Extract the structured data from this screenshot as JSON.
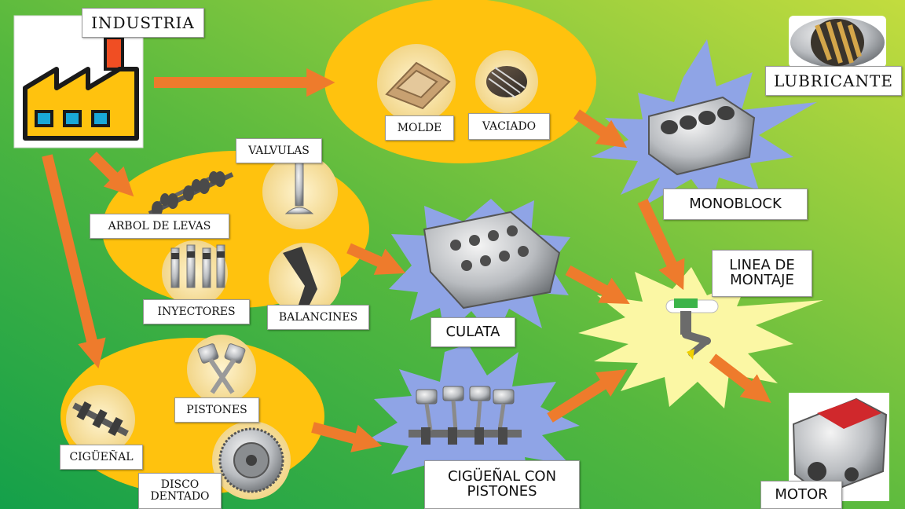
{
  "colors": {
    "background_left": "#1aa64a",
    "background_right": "#b6d63a",
    "process_fill": "#ffc20e",
    "starburst_blue": "#8fa4e6",
    "starburst_yellow": "#fbf7a4",
    "arrow": "#ee7b2c",
    "factory_body": "#ffc20e",
    "factory_outline": "#1a1a1a",
    "factory_window": "#19a8d8",
    "chimney": "#f04e23"
  },
  "nodes": {
    "industria": "INDUSTRIA",
    "lubricante": "LUBRICANTE",
    "molde": "MOLDE",
    "vaciado": "VACIADO",
    "monoblock": "MONOBLOCK",
    "valvulas": "VALVULAS",
    "arbol_de_levas": "ARBOL DE LEVAS",
    "inyectores": "INYECTORES",
    "balancines": "BALANCINES",
    "culata": "CULATA",
    "linea_de_montaje": [
      "LINEA DE",
      "MONTAJE"
    ],
    "pistones": "PISTONES",
    "ciguenal": "CIGÜEÑAL",
    "disco_dentado": [
      "DISCO",
      "DENTADO"
    ],
    "ciguenal_con_pistones": [
      "CIGÜEÑAL CON",
      "PISTONES"
    ],
    "motor": "MOTOR"
  },
  "icons": {
    "factory": "factory-icon",
    "lubricante": "bearing-icon",
    "molde": "mold-icon",
    "vaciado": "casting-icon",
    "monoblock": "engine-block-icon",
    "valvulas": "valve-icon",
    "arbol_de_levas": "camshaft-icon",
    "inyectores": "injector-icon",
    "balancines": "rocker-arm-icon",
    "culata": "cylinder-head-icon",
    "linea_de_montaje": "robot-arm-icon",
    "pistones": "piston-icon",
    "ciguenal": "crankshaft-icon",
    "disco_dentado": "flywheel-icon",
    "ciguenal_con_pistones": "crankshaft-pistons-icon",
    "motor": "engine-icon"
  }
}
